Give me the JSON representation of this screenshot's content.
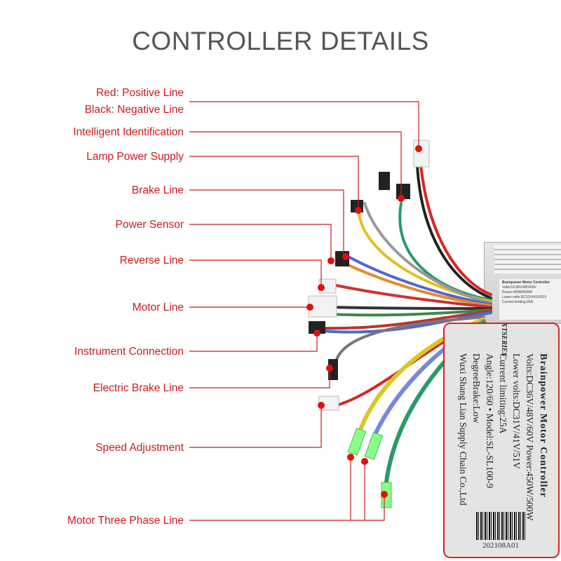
{
  "title": "CONTROLLER DETAILS",
  "labels": [
    "Red: Positive Line",
    "Black: Negative Line",
    "Intelligent Identification",
    "Lamp Power Supply",
    "Brake Line",
    "Power Sensor",
    "Reverse Line",
    "Motor Line",
    "Instrument Connection",
    "Electric Brake Line",
    "Speed Adjustment",
    "Motor Three Phase Line"
  ],
  "leader_color": "#cc1a1f",
  "sticker": {
    "logo": "XTSERIES",
    "heading": "Brainpower Motor Controller",
    "lines": [
      "Volts:DC36V/48V/60V Power:450W/500W",
      "Lower volts:DC31V/41V/51V",
      "Current limiting:25A",
      "Angle:120/60 • Model:SL-SL100-9",
      "DegreeBrake:Low",
      "Wuxi Shang Lian Supply Chain Co.,Ltd"
    ],
    "serial": "202108A01"
  }
}
